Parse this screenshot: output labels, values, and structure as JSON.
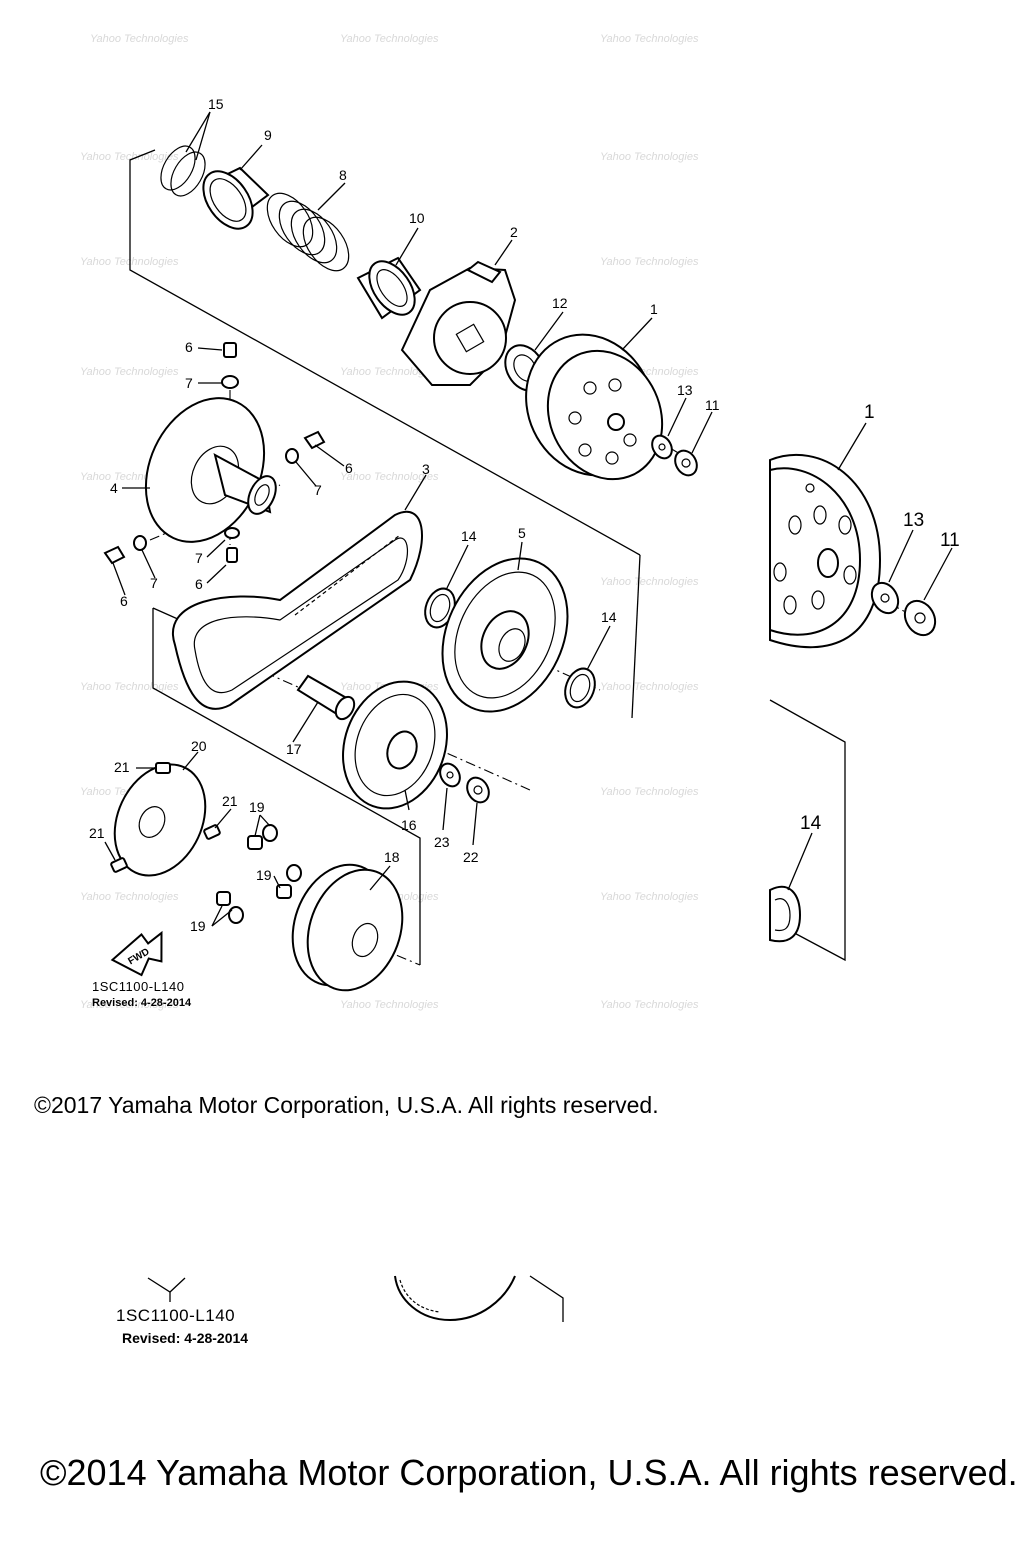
{
  "diagram": {
    "code_small": "1SC1100-L140",
    "revised_small": "Revised: 4-28-2014",
    "code_large": "1SC1100-L140",
    "revised_large": "Revised: 4-28-2014",
    "fwd_label": "FWD",
    "watermark": "Yahoo Technologies",
    "labels": {
      "p15": "15",
      "p9": "9",
      "p8": "8",
      "p10": "10",
      "p2": "2",
      "p12": "12",
      "p1": "1",
      "p13": "13",
      "p11": "11",
      "p6a": "6",
      "p7a": "7",
      "p6b": "6",
      "p7b": "7",
      "p4": "4",
      "p3": "3",
      "p7c": "7",
      "p6c": "6",
      "p6d": "6",
      "p7d": "7",
      "p14a": "14",
      "p5": "5",
      "p14b": "14",
      "p17": "17",
      "p20": "20",
      "p21a": "21",
      "p21b": "21",
      "p21c": "21",
      "p19a": "19",
      "p19b": "19",
      "p19c": "19",
      "p16": "16",
      "p23": "23",
      "p22": "22",
      "p18": "18",
      "z1": "1",
      "z13": "13",
      "z11": "11",
      "z14": "14"
    }
  },
  "footer": {
    "copyright_2017": "©2017 Yamaha Motor Corporation, U.S.A. All rights reserved.",
    "copyright_2014": "©2014 Yamaha Motor Corporation, U.S.A. All rights reserved."
  }
}
